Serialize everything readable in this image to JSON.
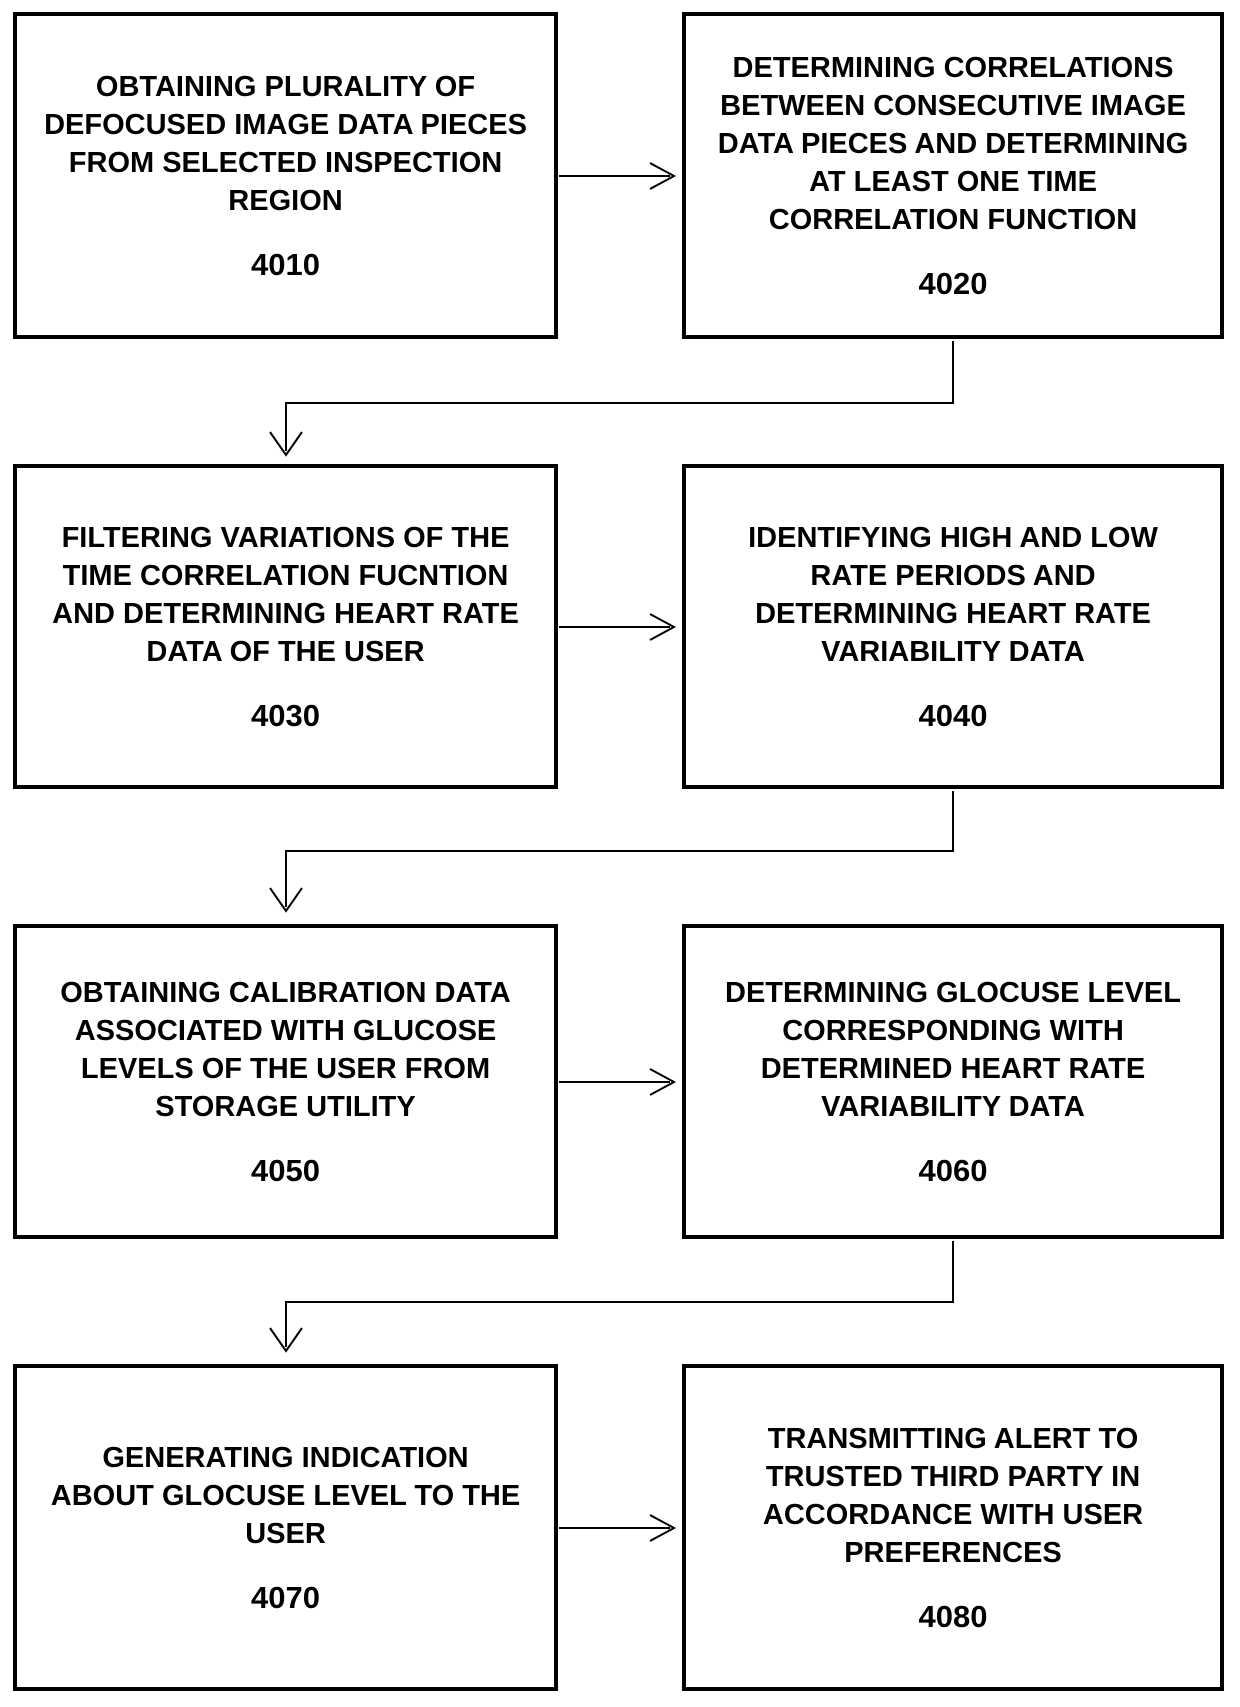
{
  "flowchart": {
    "figure_type": "patent process flowchart",
    "colors": {
      "background": "#ffffff",
      "box_border": "#000000",
      "text": "#000000",
      "connector": "#000000"
    },
    "steps": [
      {
        "number": "4010",
        "text": "OBTAINING PLURALITY OF\nDEFOCUSED IMAGE DATA PIECES\nFROM SELECTED INSPECTION\nREGION"
      },
      {
        "number": "4020",
        "text": "DETERMINING CORRELATIONS\nBETWEEN CONSECUTIVE IMAGE\nDATA PIECES AND DETERMINING\nAT LEAST ONE TIME\nCORRELATION FUNCTION"
      },
      {
        "number": "4030",
        "text": "FILTERING VARIATIONS OF THE\nTIME CORRELATION FUCNTION\nAND DETERMINING HEART RATE\nDATA OF THE USER"
      },
      {
        "number": "4040",
        "text": "IDENTIFYING HIGH AND LOW\nRATE PERIODS AND\nDETERMINING HEART RATE\nVARIABILITY DATA"
      },
      {
        "number": "4050",
        "text": "OBTAINING CALIBRATION DATA\nASSOCIATED WITH GLUCOSE\nLEVELS OF THE USER FROM\nSTORAGE UTILITY"
      },
      {
        "number": "4060",
        "text": "DETERMINING GLOCUSE LEVEL\nCORRESPONDING WITH\nDETERMINED HEART RATE\nVARIABILITY DATA"
      },
      {
        "number": "4070",
        "text": "GENERATING INDICATION\nABOUT GLOCUSE LEVEL TO THE\nUSER"
      },
      {
        "number": "4080",
        "text": "TRANSMITTING ALERT TO\nTRUSTED THIRD PARTY IN\nACCORDANCE WITH USER\nPREFERENCES"
      }
    ],
    "connections": [
      {
        "from": "4010",
        "to": "4020",
        "style": "straight-right-arrow"
      },
      {
        "from": "4020",
        "to": "4030",
        "style": "elbow-down-left-arrow"
      },
      {
        "from": "4030",
        "to": "4040",
        "style": "straight-right-arrow"
      },
      {
        "from": "4040",
        "to": "4050",
        "style": "elbow-down-left-arrow"
      },
      {
        "from": "4050",
        "to": "4060",
        "style": "straight-right-arrow"
      },
      {
        "from": "4060",
        "to": "4070",
        "style": "elbow-down-left-arrow"
      },
      {
        "from": "4070",
        "to": "4080",
        "style": "straight-right-arrow"
      }
    ]
  }
}
